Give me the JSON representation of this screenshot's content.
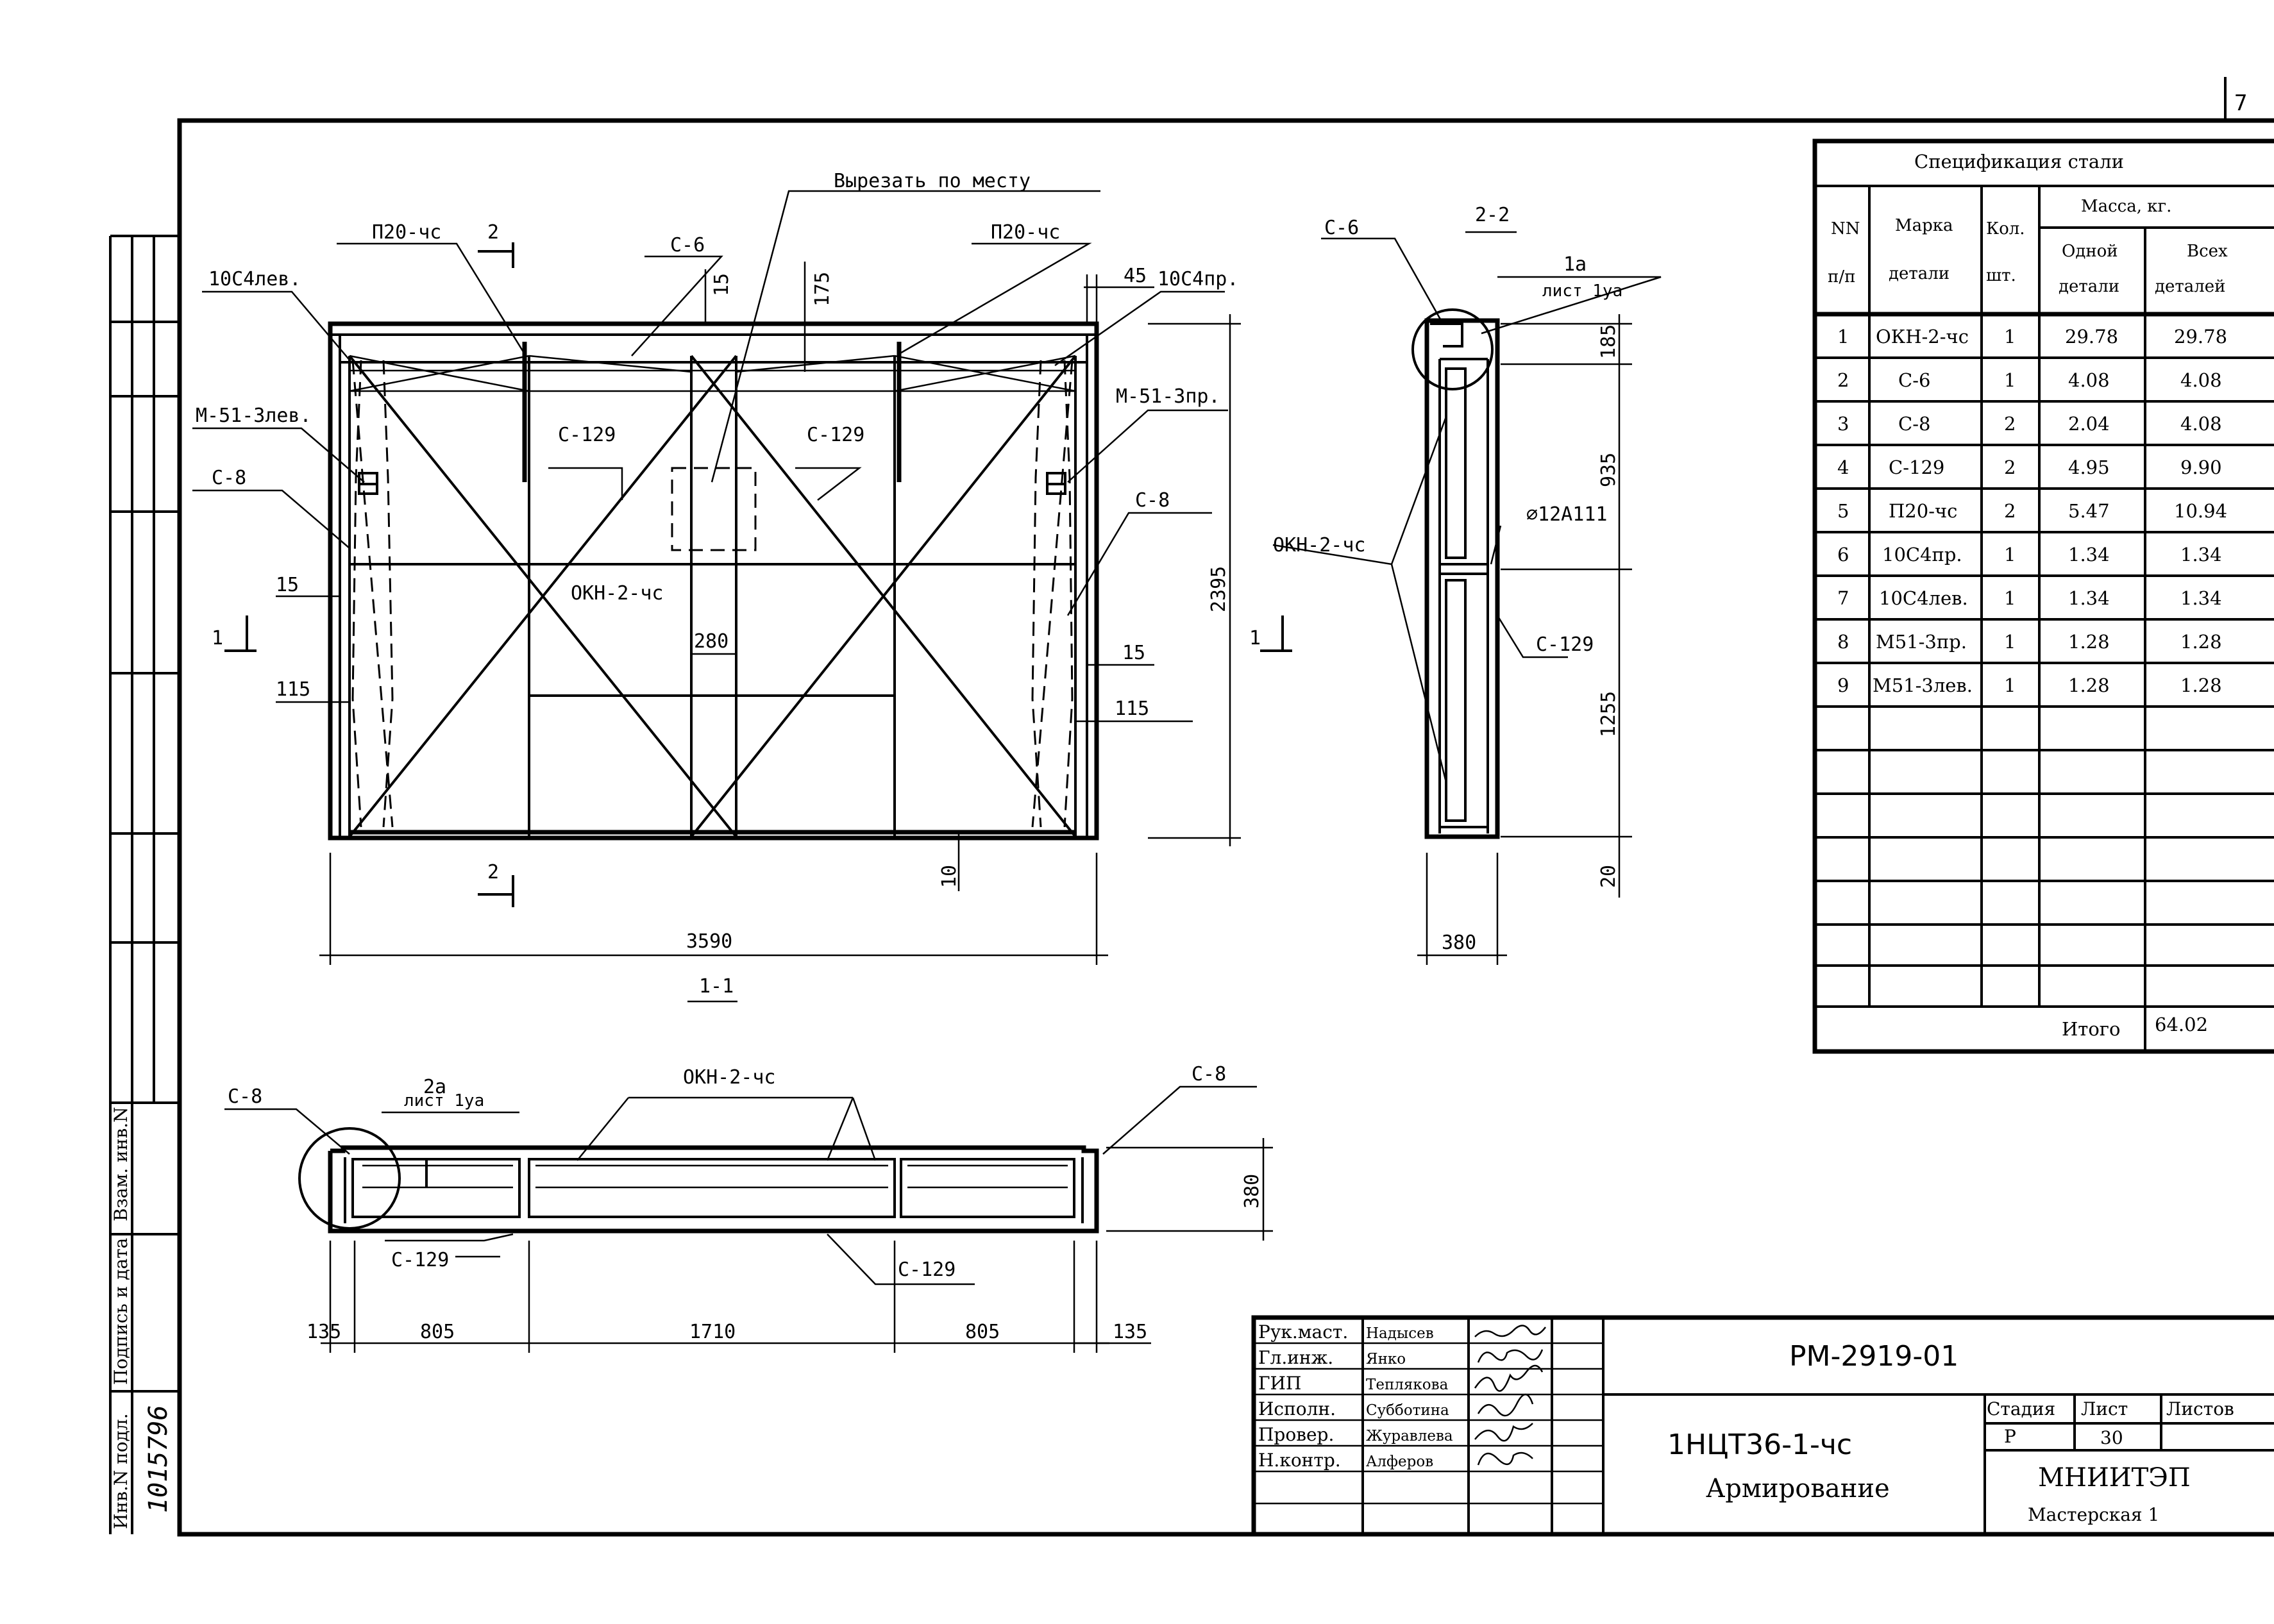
{
  "sheet_corner": "7",
  "elevation": {
    "labels": {
      "cut_note": "Вырезать по месту",
      "p20_left": "П20-чс",
      "p20_right": "П20-чс",
      "s6": "С-6",
      "c4_left": "10С4лев.",
      "c4_right": "10С4пр.",
      "m51_left": "М-51-3лев.",
      "m51_right": "М-51-3пр.",
      "s8_left": "С-8",
      "s8_right": "С-8",
      "s129_left": "С-129",
      "s129_right": "С-129",
      "okn": "ОКН-2-чс"
    },
    "dims": {
      "d15_top": "15",
      "d175": "175",
      "d45": "45",
      "d15_left": "15",
      "d115_left": "115",
      "d15_right": "15",
      "d115_right": "115",
      "d280": "280",
      "d10": "10",
      "d2395": "2395",
      "d3590": "3590"
    },
    "cut_marks": {
      "two": "2",
      "two_bottom": "2",
      "one_left": "1",
      "one_right": "1"
    }
  },
  "section22": {
    "title": "2-2",
    "s6": "С-6",
    "node": "1а",
    "node_sheet": "лист 1уа",
    "rebar": "⌀12А111",
    "okn": "ОКН-2-чс",
    "s129": "С-129",
    "dims": {
      "d185": "185",
      "d935": "935",
      "d1255": "1255",
      "d20": "20",
      "d380": "380"
    }
  },
  "section11": {
    "title": "1-1",
    "s8_left": "С-8",
    "s8_right": "С-8",
    "node": "2а",
    "node_sheet": "лист 1уа",
    "okn": "ОКН-2-чс",
    "s129_left": "С-129",
    "s129_right": "С-129",
    "dims": {
      "d135a": "135",
      "d805a": "805",
      "d1710": "1710",
      "d805b": "805",
      "d135b": "135",
      "d380": "380"
    }
  },
  "spec": {
    "title": "Спецификация стали",
    "headers": {
      "nn1": "NN",
      "nn2": "п/п",
      "mark1": "Марка",
      "mark2": "детали",
      "qty1": "Кол.",
      "qty2": "шт.",
      "mass": "Масса, кг.",
      "one1": "Одной",
      "one2": "детали",
      "all1": "Всех",
      "all2": "деталей"
    },
    "rows": [
      [
        "1",
        "ОКН-2-чс",
        "1",
        "29.78",
        "29.78"
      ],
      [
        "2",
        "С-6",
        "1",
        "4.08",
        "4.08"
      ],
      [
        "3",
        "С-8",
        "2",
        "2.04",
        "4.08"
      ],
      [
        "4",
        "С-129",
        "2",
        "4.95",
        "9.90"
      ],
      [
        "5",
        "П20-чс",
        "2",
        "5.47",
        "10.94"
      ],
      [
        "6",
        "10С4пр.",
        "1",
        "1.34",
        "1.34"
      ],
      [
        "7",
        "10С4лев.",
        "1",
        "1.34",
        "1.34"
      ],
      [
        "8",
        "М51-3пр.",
        "1",
        "1.28",
        "1.28"
      ],
      [
        "9",
        "М51-3лев.",
        "1",
        "1.28",
        "1.28"
      ]
    ],
    "total_label": "Итого",
    "total": "64.02"
  },
  "title_block": {
    "roles": [
      "Рук.маст.",
      "Гл.инж.",
      "ГИП",
      "Исполн.",
      "Провер.",
      "Н.контр."
    ],
    "names": [
      "Надысев",
      "Янко",
      "Теплякова",
      "Субботина",
      "Журавлева",
      "Алферов"
    ],
    "doc_code": "РМ-2919-01",
    "product": "1НЦТ36-1-чс",
    "product_desc": "Армирование",
    "stage_label": "Стадия",
    "sheet_label": "Лист",
    "sheets_label": "Листов",
    "stage": "Р",
    "sheet": "30",
    "org": "МНИИТЭП",
    "workshop": "Мастерская 1"
  },
  "side_stamp": {
    "inv": "Инв.N подл.",
    "sign": "Подпись и дата",
    "vzam": "Взам. инв.N",
    "inv_no": "1015796"
  }
}
